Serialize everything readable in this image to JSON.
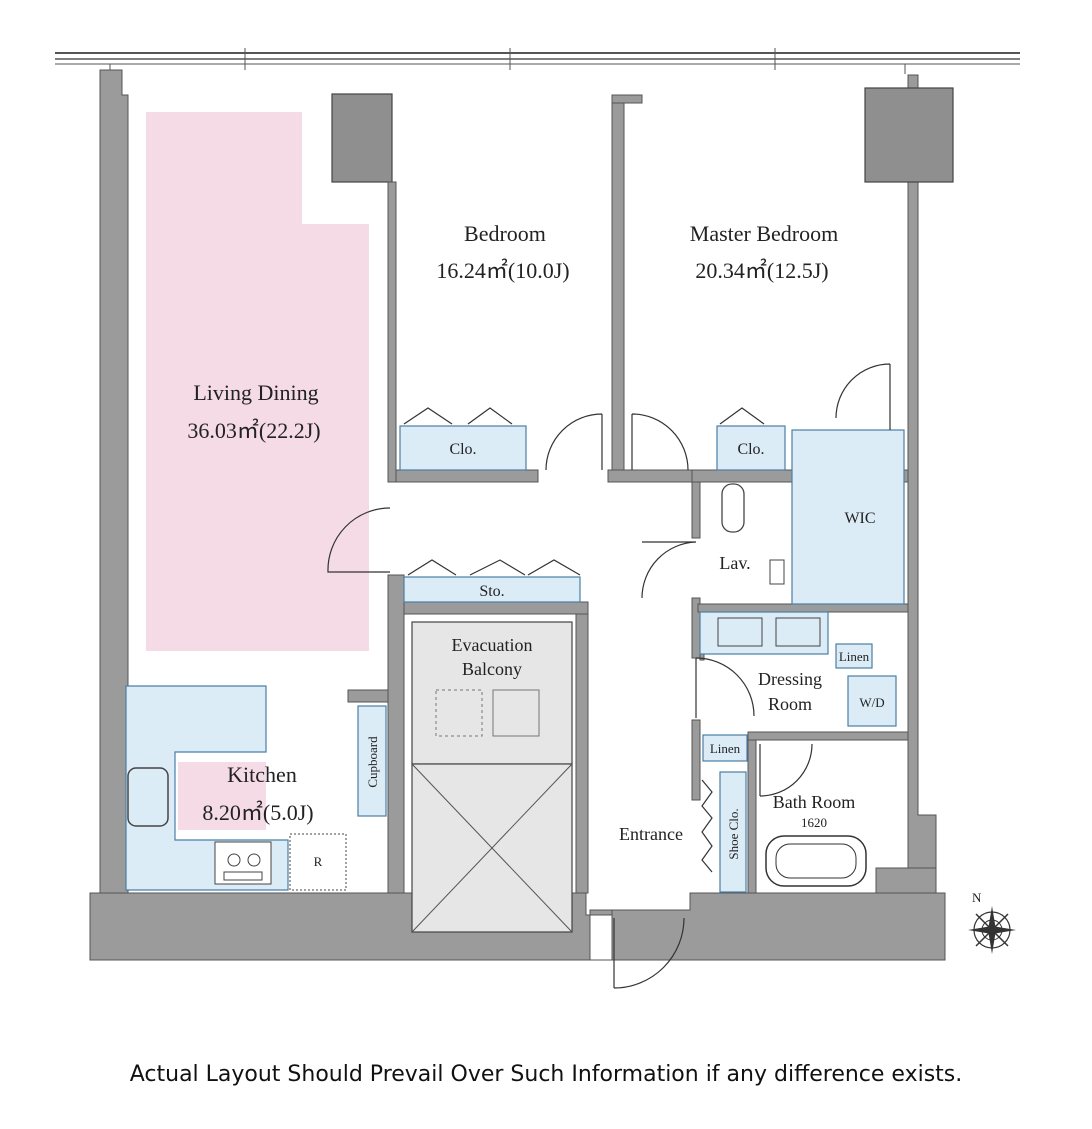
{
  "rooms": {
    "bedroom": {
      "name": "Bedroom",
      "area": "16.24㎡(10.0J)"
    },
    "master_bedroom": {
      "name": "Master Bedroom",
      "area": "20.34㎡(12.5J)"
    },
    "living_dining": {
      "name": "Living Dining",
      "area": "36.03㎡(22.2J)"
    },
    "kitchen": {
      "name": "Kitchen",
      "area": "8.20㎡(5.0J)"
    },
    "evacuation_balcony": {
      "line1": "Evacuation",
      "line2": "Balcony"
    },
    "dressing_room": {
      "line1": "Dressing",
      "line2": "Room"
    },
    "bath_room": {
      "name": "Bath Room",
      "size": "1620"
    },
    "entrance": {
      "name": "Entrance"
    },
    "lavatory": {
      "name": "Lav."
    },
    "wic": {
      "name": "WIC"
    }
  },
  "storage": {
    "bedroom_closet": "Clo.",
    "master_closet": "Clo.",
    "storage": "Sto.",
    "cupboard": "Cupboard",
    "linen_dressing": "Linen",
    "linen_hall": "Linen",
    "washer_dryer": "W/D",
    "shoe_closet": "Shoe Clo.",
    "refrigerator": "R"
  },
  "compass": {
    "north_label": "N"
  },
  "colors": {
    "living_highlight": "#f5dbe5",
    "fixture_blue": "#dcecf7",
    "wall_gray": "#9b9b9b"
  },
  "disclaimer": "Actual Layout Should Prevail Over Such Information if any difference exists."
}
